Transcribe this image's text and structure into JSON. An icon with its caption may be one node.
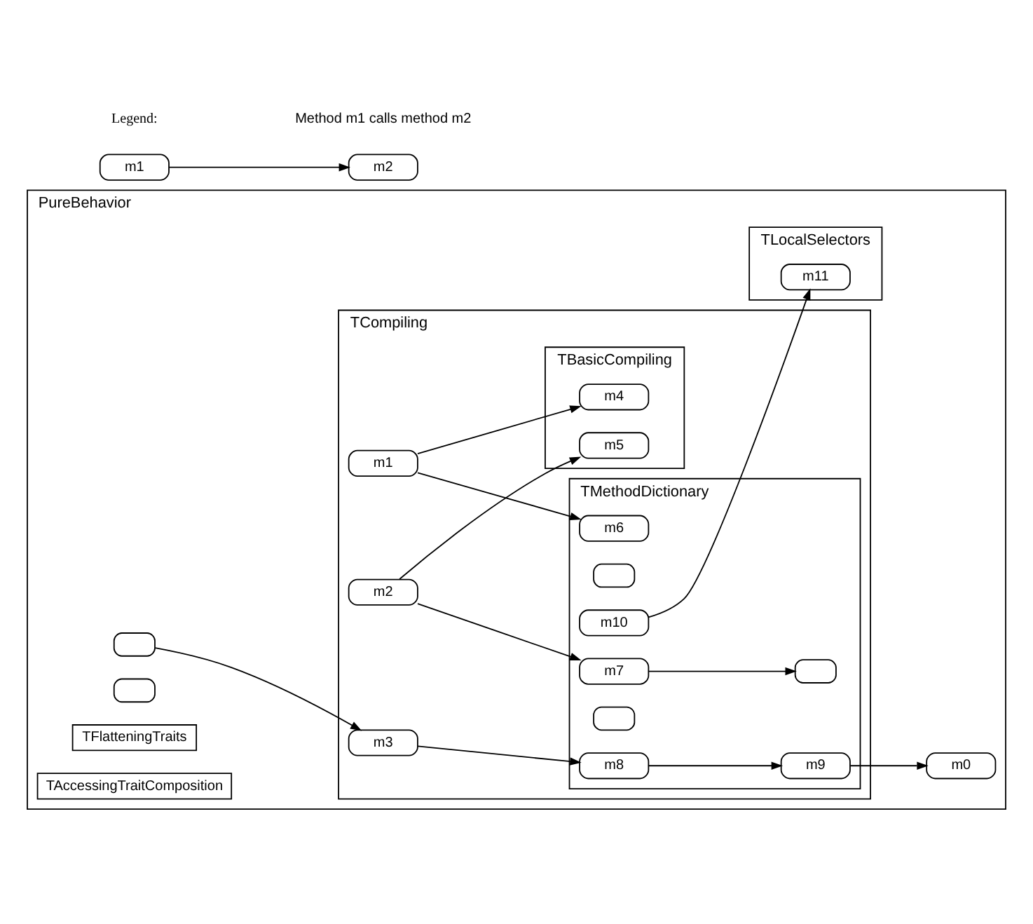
{
  "diagram": {
    "nodes": [
      {
        "text": [
          "PureBehavior"
        ]
      },
      {
        "text": [
          "TCompiling"
        ],
        "in": 0
      },
      {
        "text": [
          "TBasicCompiling"
        ],
        "in": 1
      },
      {
        "text": [
          "m4"
        ],
        "in": 2
      },
      {
        "text": [
          "m5"
        ],
        "in": 2
      },
      {
        "text": [
          "m1"
        ],
        "in": 1
      },
      {
        "text": [
          "m2"
        ],
        "in": 1
      },
      {
        "text": [
          "TMethodDictionary"
        ],
        "in": 1
      },
      {
        "text": [],
        "shape": "box",
        "in": 0
      },
      {
        "text": [
          "m3"
        ],
        "in": 1
      },
      {
        "text": [
          "m6"
        ],
        "in": 7
      },
      {
        "text": [],
        "shape": "box",
        "in": 7
      },
      {
        "text": [
          "m7"
        ],
        "in": 7
      },
      {
        "text": [],
        "shape": "box",
        "in": 7
      },
      {
        "text": [],
        "shape": "box",
        "in": 0
      },
      {
        "text": [
          "m8"
        ],
        "in": 7
      },
      {
        "text": [],
        "shape": "box",
        "in": 7
      },
      {
        "text": [
          "m0"
        ],
        "in": 0
      },
      {
        "text": [
          "m9"
        ],
        "in": 7
      },
      {
        "text": [
          "m10"
        ],
        "in": 7
      },
      {
        "text": [
          "TLocalSelectors"
        ],
        "in": 0
      },
      {
        "text": [
          "m11"
        ],
        "in": 20
      },
      {
        "text": [
          "TFlatteningTraits"
        ],
        "in": 0
      },
      {
        "text": [
          "TAccessingTraitComposition"
        ],
        "in": 0
      },
      {
        "text": [
          "m1"
        ]
      },
      {
        "text": [
          "m2"
        ]
      }
    ],
    "edges": [
      {
        "from": 5,
        "to": 3,
        "arrow": "to"
      },
      {
        "from": 5,
        "to": 10,
        "arrow": "to"
      },
      {
        "from": 6,
        "to": 4,
        "arrow": "to"
      },
      {
        "from": 6,
        "to": 12,
        "arrow": "to"
      },
      {
        "from": 8,
        "to": 9,
        "arrow": "to"
      },
      {
        "from": 9,
        "to": 15,
        "arrow": "to"
      },
      {
        "from": 12,
        "to": 13,
        "arrow": "to"
      },
      {
        "from": 15,
        "to": 18,
        "arrow": "to"
      },
      {
        "from": 18,
        "to": 17,
        "arrow": "to"
      },
      {
        "from": 19,
        "to": 21,
        "arrow": "to"
      },
      {
        "from": 24,
        "to": 25,
        "arrow": "to"
      }
    ],
    "labels": [
      "Legend:",
      "Method m1 calls method m2"
    ]
  }
}
